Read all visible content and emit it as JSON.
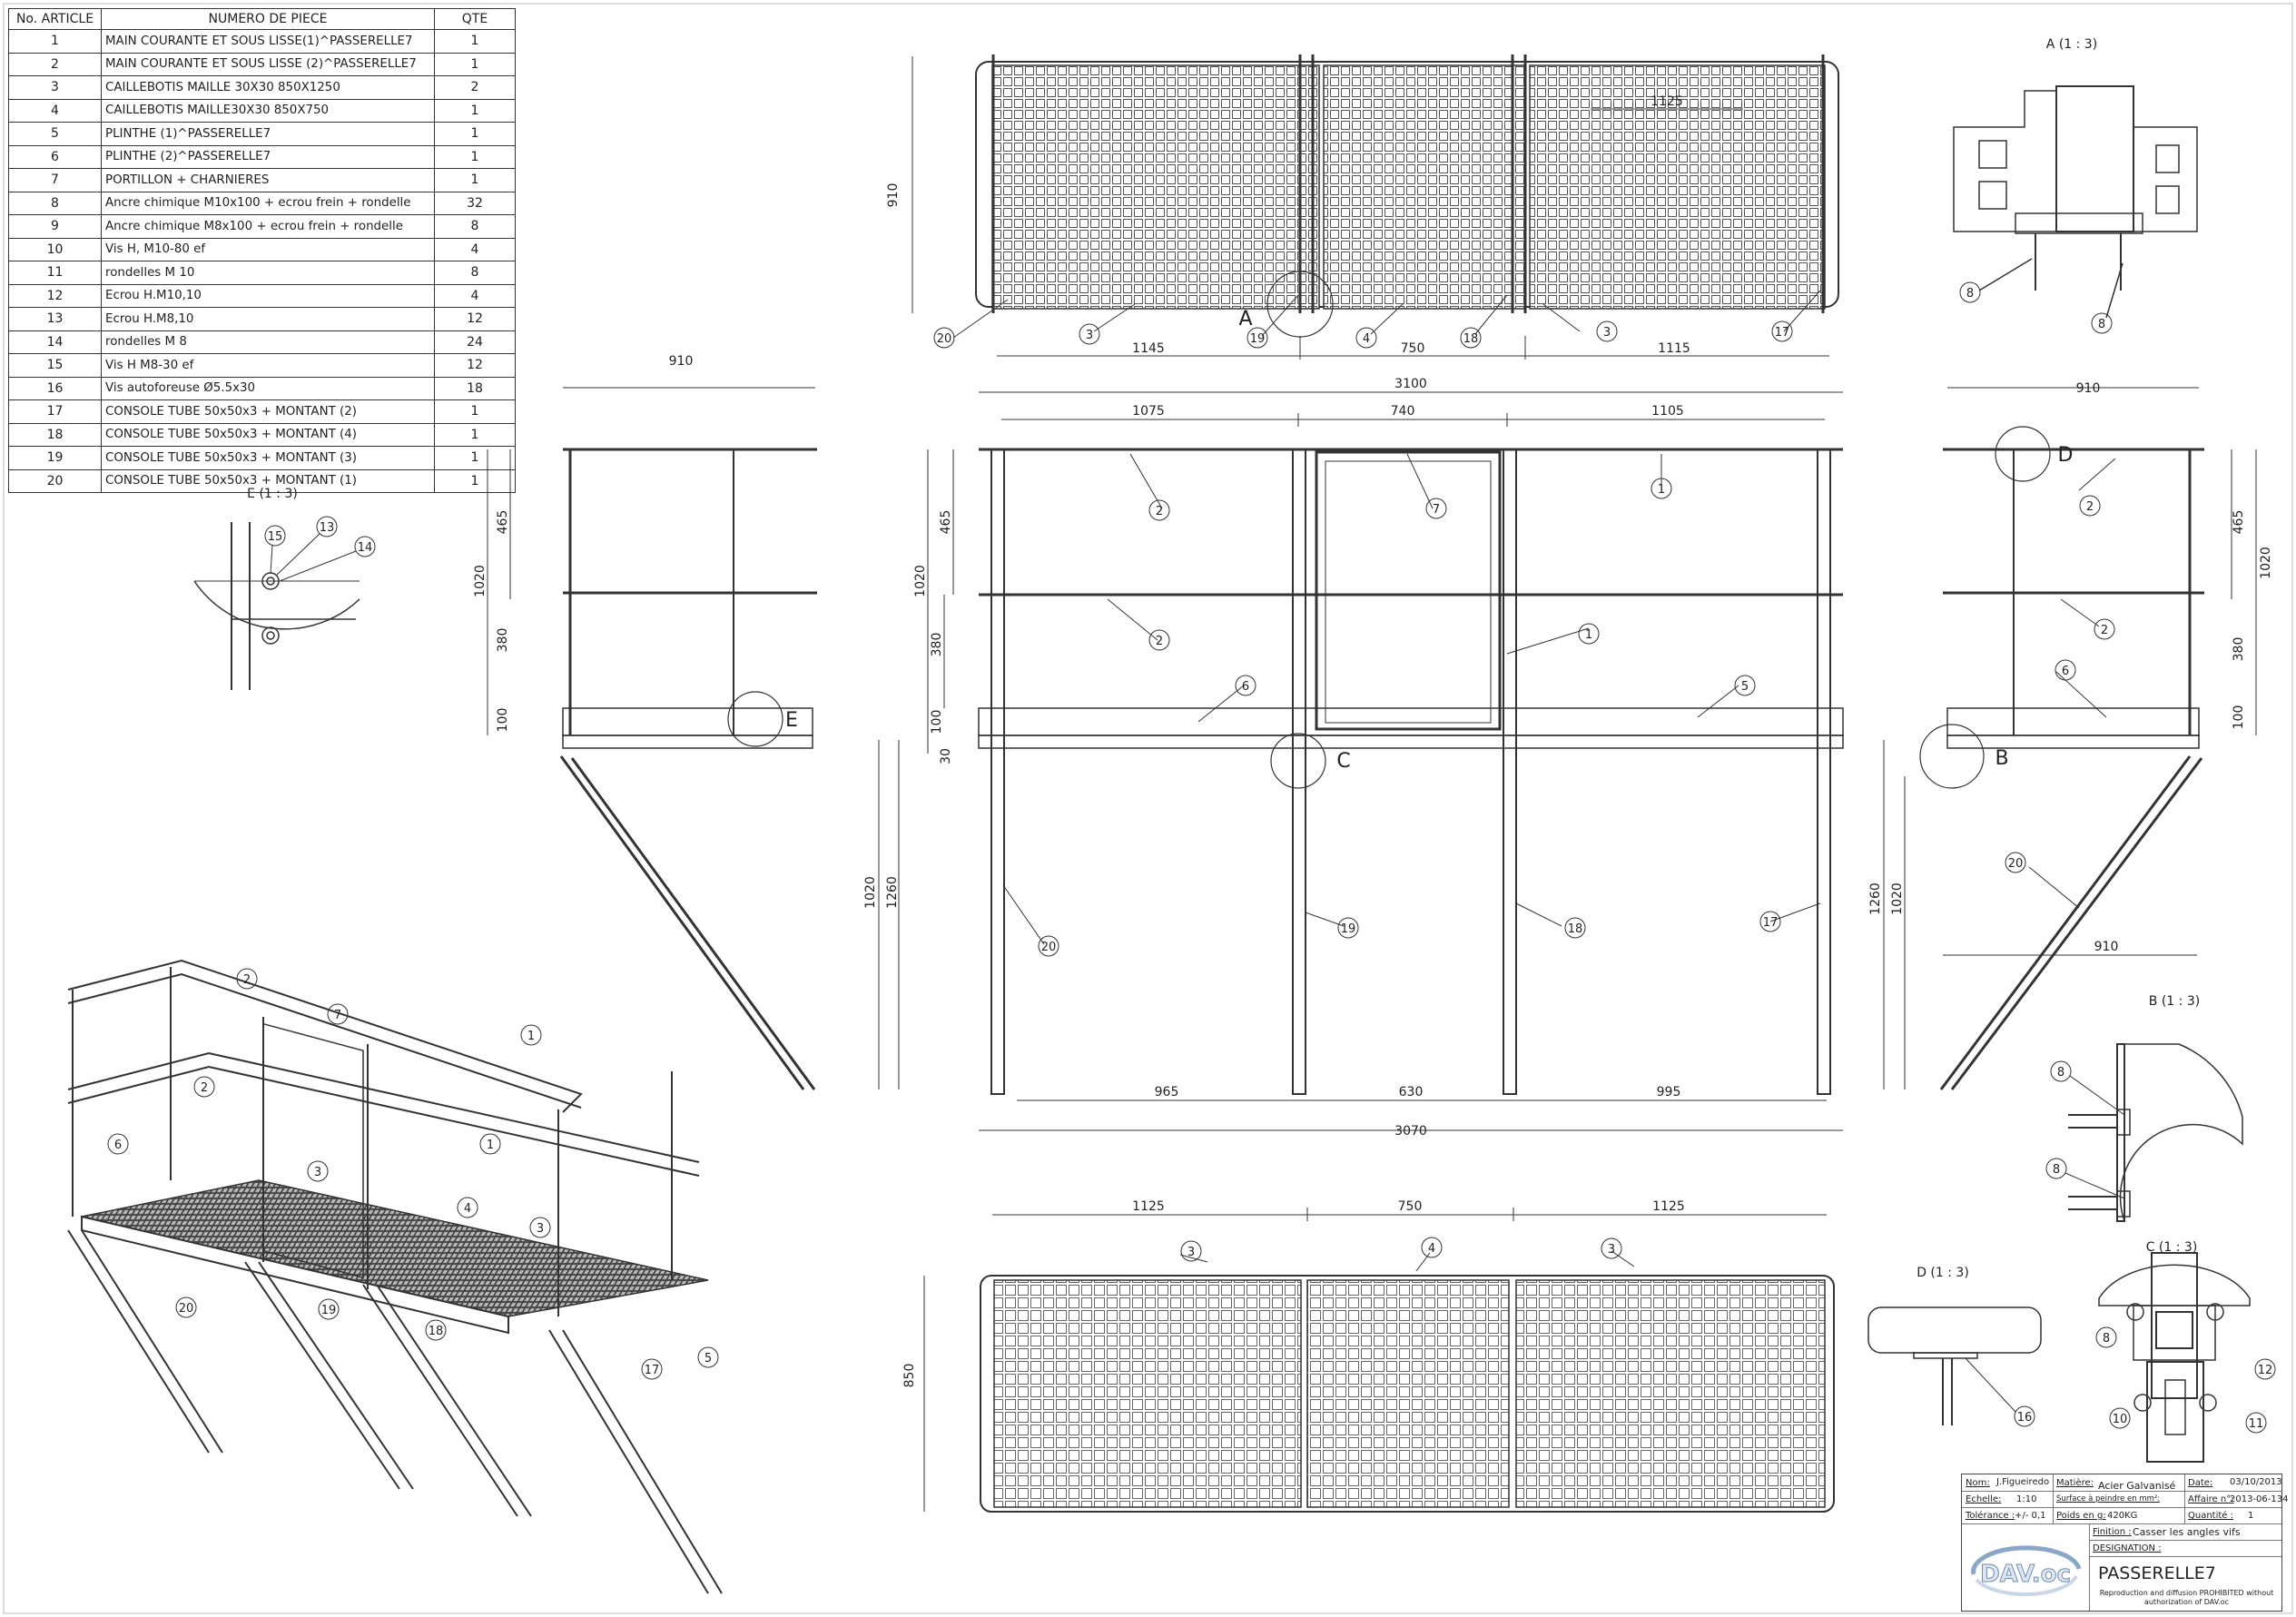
{
  "bom": {
    "headers": [
      "No. ARTICLE",
      "NUMERO DE PIECE",
      "QTE"
    ],
    "rows": [
      {
        "no": "1",
        "desc": "MAIN COURANTE ET SOUS LISSE(1)^PASSERELLE7",
        "qty": "1"
      },
      {
        "no": "2",
        "desc": "MAIN COURANTE ET SOUS LISSE (2)^PASSERELLE7",
        "qty": "1"
      },
      {
        "no": "3",
        "desc": "CAILLEBOTIS MAILLE 30X30 850X1250",
        "qty": "2"
      },
      {
        "no": "4",
        "desc": "CAILLEBOTIS MAILLE30X30 850X750",
        "qty": "1"
      },
      {
        "no": "5",
        "desc": "PLINTHE (1)^PASSERELLE7",
        "qty": "1"
      },
      {
        "no": "6",
        "desc": "PLINTHE (2)^PASSERELLE7",
        "qty": "1"
      },
      {
        "no": "7",
        "desc": "PORTILLON + CHARNIERES",
        "qty": "1"
      },
      {
        "no": "8",
        "desc": "Ancre chimique M10x100 + ecrou frein + rondelle",
        "qty": "32"
      },
      {
        "no": "9",
        "desc": "Ancre chimique M8x100 + ecrou frein + rondelle",
        "qty": "8"
      },
      {
        "no": "10",
        "desc": "Vis H, M10-80 ef",
        "qty": "4"
      },
      {
        "no": "11",
        "desc": "rondelles M 10",
        "qty": "8"
      },
      {
        "no": "12",
        "desc": "Ecrou H.M10,10",
        "qty": "4"
      },
      {
        "no": "13",
        "desc": "Ecrou H.M8,10",
        "qty": "12"
      },
      {
        "no": "14",
        "desc": "rondelles M 8",
        "qty": "24"
      },
      {
        "no": "15",
        "desc": "Vis H M8-30 ef",
        "qty": "12"
      },
      {
        "no": "16",
        "desc": "Vis autoforeuse Ø5.5x30",
        "qty": "18"
      },
      {
        "no": "17",
        "desc": "CONSOLE TUBE 50x50x3 + MONTANT (2)",
        "qty": "1"
      },
      {
        "no": "18",
        "desc": "CONSOLE TUBE 50x50x3 + MONTANT (4)",
        "qty": "1"
      },
      {
        "no": "19",
        "desc": "CONSOLE TUBE 50x50x3 + MONTANT (3)",
        "qty": "1"
      },
      {
        "no": "20",
        "desc": "CONSOLE TUBE 50x50x3 + MONTANT (1)",
        "qty": "1"
      }
    ]
  },
  "views": {
    "top_dims": {
      "height": "910",
      "seg1": "1145",
      "seg2": "750",
      "seg3": "1115",
      "inner": "1125"
    },
    "top_letter": "A",
    "top_balloons": [
      "20",
      "3",
      "19",
      "4",
      "18",
      "3",
      "17"
    ],
    "front_dims": {
      "overall": "3100",
      "seg1": "1075",
      "seg2": "740",
      "seg3": "1105",
      "h465": "465",
      "h380": "380",
      "h100": "100",
      "h30": "30",
      "h1020": "1020",
      "bottom1": "965",
      "bottom2": "630",
      "bottom3": "995",
      "bottom_overall": "3070"
    },
    "front_balloons": [
      "2",
      "7",
      "1",
      "2",
      "1",
      "6",
      "5",
      "20",
      "19",
      "18",
      "17"
    ],
    "front_letter": "C",
    "left_dims": {
      "width": "910",
      "h465": "465",
      "h380": "380",
      "h100": "100",
      "h1020": "1020",
      "h1020b": "1020",
      "h1260": "1260"
    },
    "left_letter": "E",
    "right_dims": {
      "width": "910",
      "h465": "465",
      "h380": "380",
      "h100": "100",
      "h1020": "1020",
      "h1020b": "1020",
      "h1260": "1260",
      "bottom": "910"
    },
    "right_balloons": [
      "2",
      "2",
      "6",
      "20"
    ],
    "right_letters": [
      "D",
      "B"
    ],
    "bottom_dims": {
      "seg1": "1125",
      "seg2": "750",
      "seg3": "1125",
      "height": "850"
    },
    "bottom_balloons": [
      "3",
      "4",
      "3"
    ],
    "iso_balloons": [
      "2",
      "7",
      "1",
      "2",
      "1",
      "6",
      "3",
      "4",
      "3",
      "5",
      "20",
      "19",
      "18",
      "17"
    ]
  },
  "details": {
    "A": {
      "title": "A (1 : 3)",
      "balloons": [
        "8",
        "8"
      ]
    },
    "E": {
      "title": "E (1 : 3)",
      "balloons": [
        "15",
        "13",
        "14"
      ]
    },
    "B": {
      "title": "B (1 : 3)",
      "balloons": [
        "8",
        "8"
      ]
    },
    "C": {
      "title": "C (1 : 3)",
      "balloons": [
        "8",
        "12",
        "10",
        "11"
      ]
    },
    "D": {
      "title": "D (1 : 3)",
      "balloons": [
        "16"
      ]
    }
  },
  "title_block": {
    "nom_label": "Nom:",
    "nom": "J.Figueiredo",
    "matiere_label": "Matière:",
    "matiere": "Acier Galvanisé",
    "date_label": "Date:",
    "date": "03/10/2013",
    "echelle_label": "Echelle:",
    "echelle": "1:10",
    "surface_label": "Surface à peindre en mm²:",
    "affaire_label": "Affaire n°:",
    "affaire": "2013-06-134",
    "tolerance_label": "Tolérance :",
    "tolerance": "+/- 0,1",
    "poids_label": "Poids en g:",
    "poids": "420KG",
    "quantite_label": "Quantité :",
    "quantite": "1",
    "finition_label": "Finition :",
    "finition": "Casser les angles vifs",
    "designation_label": "DESIGNATION :",
    "designation": "PASSERELLE7",
    "note": "Reproduction and diffusion PROHIBITED without authorization of DAV.oc",
    "logo": "DAV.oc"
  }
}
